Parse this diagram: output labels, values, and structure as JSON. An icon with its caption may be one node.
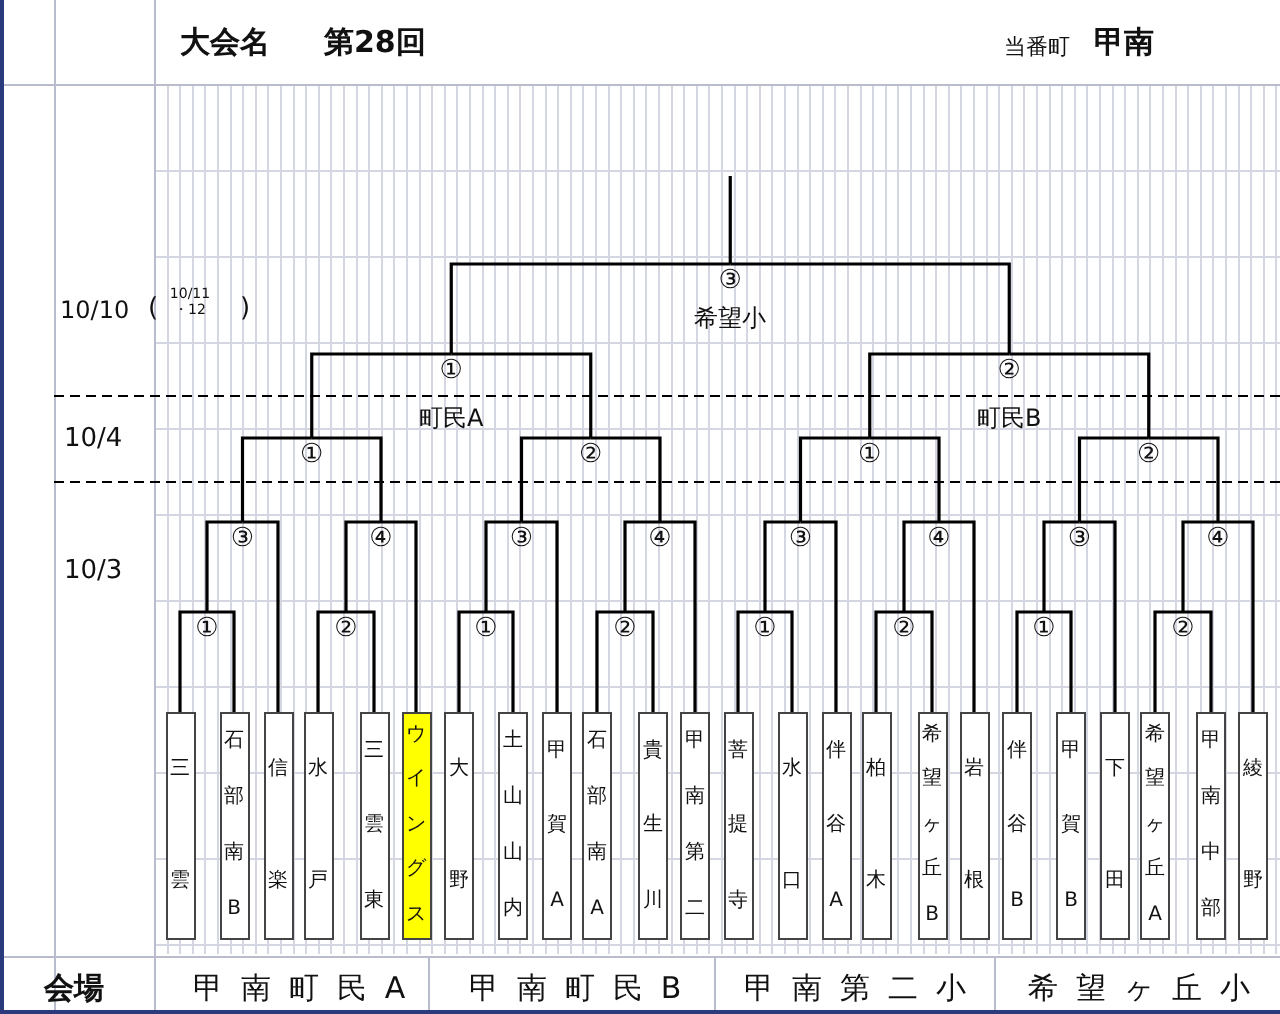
{
  "diagram": {
    "nodes": [
      {
        "text": [
          "③",
          "希望小"
        ]
      },
      {
        "text": [
          "①",
          "町民A"
        ]
      },
      {
        "text": [
          "②",
          "町民B"
        ]
      },
      {
        "text": [
          "①"
        ]
      },
      {
        "text": [
          "②"
        ]
      },
      {
        "text": [
          "①"
        ]
      },
      {
        "text": [
          "②"
        ]
      },
      {
        "text": [
          "③"
        ]
      },
      {
        "text": [
          "④"
        ]
      },
      {
        "text": [
          "③"
        ]
      },
      {
        "text": [
          "④"
        ]
      },
      {
        "text": [
          "③"
        ]
      },
      {
        "text": [
          "④"
        ]
      },
      {
        "text": [
          "③"
        ]
      },
      {
        "text": [
          "④"
        ]
      },
      {
        "text": [
          "①"
        ]
      },
      {
        "text": [
          "②"
        ]
      },
      {
        "text": [
          "①"
        ]
      },
      {
        "text": [
          "②"
        ]
      },
      {
        "text": [
          "①"
        ]
      },
      {
        "text": [
          "②"
        ]
      },
      {
        "text": [
          "①"
        ]
      },
      {
        "text": [
          "②"
        ]
      },
      {
        "text": [
          "三雲"
        ]
      },
      {
        "text": [
          "石部南B"
        ]
      },
      {
        "text": [
          "信楽"
        ]
      },
      {
        "text": [
          "水戸"
        ]
      },
      {
        "text": [
          "三雲東"
        ]
      },
      {
        "text": [
          "ウイングス"
        ]
      },
      {
        "text": [
          "大野"
        ]
      },
      {
        "text": [
          "土山山内"
        ]
      },
      {
        "text": [
          "甲賀A"
        ]
      },
      {
        "text": [
          "石部南A"
        ]
      },
      {
        "text": [
          "貴生川"
        ]
      },
      {
        "text": [
          "甲南第二"
        ]
      },
      {
        "text": [
          "菩提寺"
        ]
      },
      {
        "text": [
          "水口"
        ]
      },
      {
        "text": [
          "伴谷A"
        ]
      },
      {
        "text": [
          "柏木"
        ]
      },
      {
        "text": [
          "希望ヶ丘B"
        ]
      },
      {
        "text": [
          "岩根"
        ]
      },
      {
        "text": [
          "伴谷B"
        ]
      },
      {
        "text": [
          "甲賀B"
        ]
      },
      {
        "text": [
          "下田"
        ]
      },
      {
        "text": [
          "希望ヶ丘A"
        ]
      },
      {
        "text": [
          "甲南中部"
        ]
      },
      {
        "text": [
          "綾野"
        ]
      }
    ],
    "edges": [
      {
        "from": 0,
        "to": null,
        "arrow": "none"
      },
      {
        "from": 1,
        "to": 0,
        "arrow": "none"
      },
      {
        "from": 2,
        "to": 0,
        "arrow": "none"
      },
      {
        "from": 3,
        "to": 1,
        "arrow": "none"
      },
      {
        "from": 4,
        "to": 1,
        "arrow": "none"
      },
      {
        "from": 5,
        "to": 2,
        "arrow": "none"
      },
      {
        "from": 6,
        "to": 2,
        "arrow": "none"
      },
      {
        "from": 7,
        "to": 3,
        "arrow": "none"
      },
      {
        "from": 8,
        "to": 3,
        "arrow": "none"
      },
      {
        "from": 9,
        "to": 4,
        "arrow": "none"
      },
      {
        "from": 10,
        "to": 4,
        "arrow": "none"
      },
      {
        "from": 11,
        "to": 5,
        "arrow": "none"
      },
      {
        "from": 12,
        "to": 5,
        "arrow": "none"
      },
      {
        "from": 13,
        "to": 6,
        "arrow": "none"
      },
      {
        "from": 14,
        "to": 6,
        "arrow": "none"
      },
      {
        "from": 15,
        "to": 7,
        "arrow": "none"
      },
      {
        "from": 25,
        "to": 7,
        "arrow": "none"
      },
      {
        "from": 16,
        "to": 8,
        "arrow": "none"
      },
      {
        "from": 28,
        "to": 8,
        "arrow": "none"
      },
      {
        "from": 17,
        "to": 9,
        "arrow": "none"
      },
      {
        "from": 31,
        "to": 9,
        "arrow": "none"
      },
      {
        "from": 18,
        "to": 10,
        "arrow": "none"
      },
      {
        "from": 34,
        "to": 10,
        "arrow": "none"
      },
      {
        "from": 19,
        "to": 11,
        "arrow": "none"
      },
      {
        "from": 37,
        "to": 11,
        "arrow": "none"
      },
      {
        "from": 20,
        "to": 12,
        "arrow": "none"
      },
      {
        "from": 40,
        "to": 12,
        "arrow": "none"
      },
      {
        "from": 21,
        "to": 13,
        "arrow": "none"
      },
      {
        "from": 43,
        "to": 13,
        "arrow": "none"
      },
      {
        "from": 22,
        "to": 14,
        "arrow": "none"
      },
      {
        "from": 46,
        "to": 14,
        "arrow": "none"
      },
      {
        "from": 23,
        "to": 15,
        "arrow": "none"
      },
      {
        "from": 24,
        "to": 15,
        "arrow": "none"
      },
      {
        "from": 26,
        "to": 16,
        "arrow": "none"
      },
      {
        "from": 27,
        "to": 16,
        "arrow": "none"
      },
      {
        "from": 29,
        "to": 17,
        "arrow": "none"
      },
      {
        "from": 30,
        "to": 17,
        "arrow": "none"
      },
      {
        "from": 32,
        "to": 18,
        "arrow": "none"
      },
      {
        "from": 33,
        "to": 18,
        "arrow": "none"
      },
      {
        "from": 35,
        "to": 19,
        "arrow": "none"
      },
      {
        "from": 36,
        "to": 19,
        "arrow": "none"
      },
      {
        "from": 38,
        "to": 20,
        "arrow": "none"
      },
      {
        "from": 39,
        "to": 20,
        "arrow": "none"
      },
      {
        "from": 41,
        "to": 21,
        "arrow": "none"
      },
      {
        "from": 42,
        "to": 21,
        "arrow": "none"
      },
      {
        "from": 44,
        "to": 22,
        "arrow": "none"
      },
      {
        "from": 45,
        "to": 22,
        "arrow": "none"
      }
    ],
    "labels": [
      "大会名",
      "第28回",
      "当番町",
      "甲南",
      "10/10",
      "(",
      "10/11 ・12",
      ")",
      "10/4",
      "10/3",
      "会場",
      "甲南町民A",
      "甲南町民B",
      "甲南第二小",
      "希望ヶ丘小"
    ]
  }
}
